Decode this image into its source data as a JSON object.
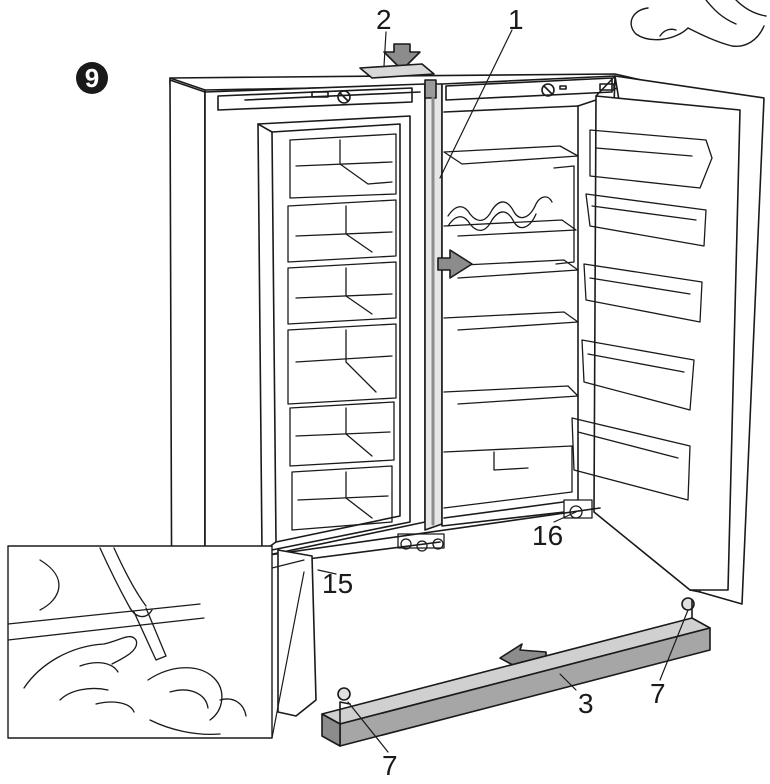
{
  "step": {
    "number": "9"
  },
  "callouts": {
    "c1": "1",
    "c2": "2",
    "c3": "3",
    "c7a": "7",
    "c7b": "7",
    "c15": "15",
    "c16": "16"
  },
  "colors": {
    "line": "#1a1a1a",
    "arrow_fill": "#8c8c8c",
    "plinth_fill": "#a6a6a6",
    "gasket": "#c8c8c8",
    "cabinet_edge": "#d0d0d0"
  }
}
